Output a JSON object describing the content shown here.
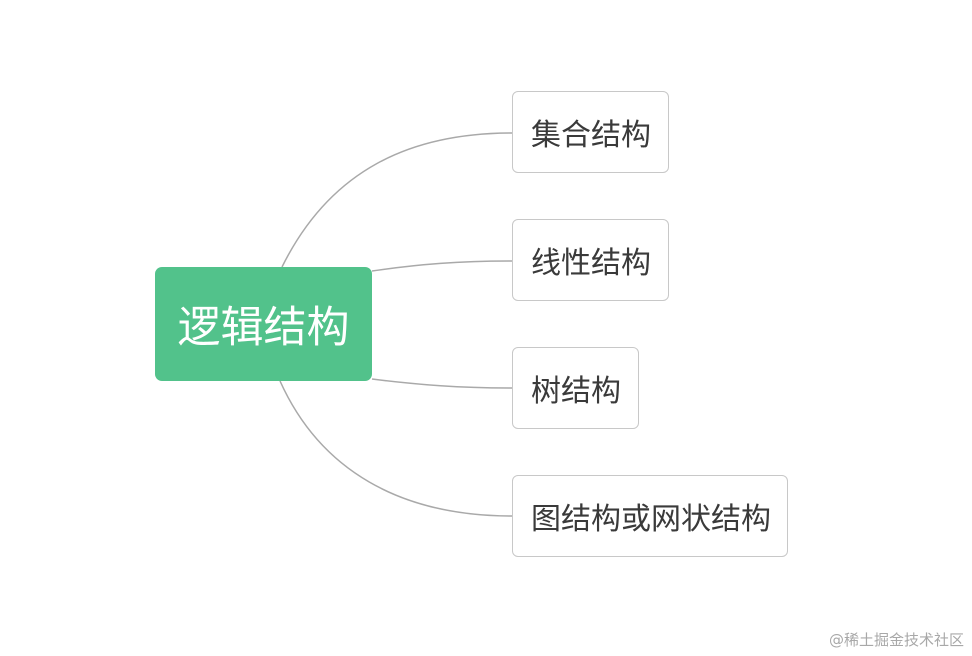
{
  "diagram": {
    "type": "mind-map",
    "root": {
      "label": "逻辑结构",
      "color": "#52c28b"
    },
    "children": [
      {
        "label": "集合结构"
      },
      {
        "label": "线性结构"
      },
      {
        "label": "树结构"
      },
      {
        "label": "图结构或网状结构"
      }
    ],
    "connector_color": "#a9a9a9"
  },
  "watermark": "@稀土掘金技术社区"
}
